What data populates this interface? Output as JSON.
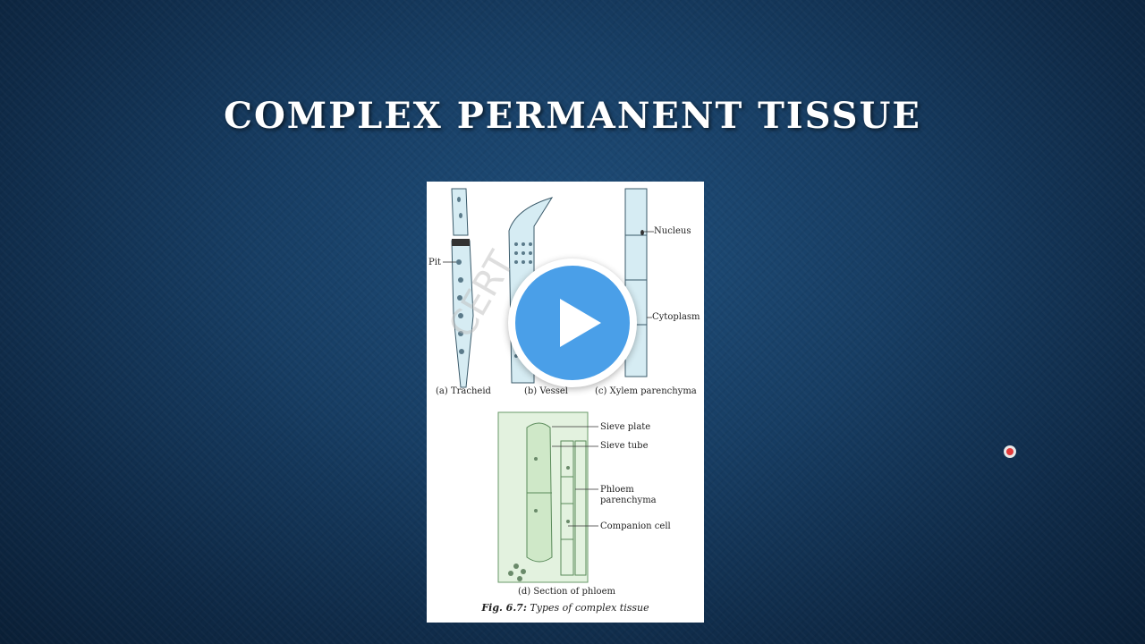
{
  "slide": {
    "title": "COMPLEX PERMANENT TISSUE"
  },
  "figure": {
    "labels": {
      "pit": "Pit",
      "nucleus": "Nucleus",
      "cytoplasm": "Cytoplasm",
      "tracheid": "(a) Tracheid",
      "vessel": "(b) Vessel",
      "xylem_parenchyma": "(c) Xylem parenchyma",
      "sieve_plate": "Sieve plate",
      "sieve_tube": "Sieve tube",
      "phloem": "Phloem",
      "parenchyma": "parenchyma",
      "companion_cell": "Companion cell",
      "section_of_phloem": "(d) Section of phloem"
    },
    "caption_number": "Fig. 6.7:",
    "caption_text": "Types of complex tissue"
  },
  "video": {
    "play_icon": "play-icon"
  },
  "colors": {
    "play_blue": "#4a9fe8",
    "xylem_fill": "#d6ecf3",
    "phloem_fill": "#e3f2df",
    "pointer_red": "#e23a3a"
  }
}
